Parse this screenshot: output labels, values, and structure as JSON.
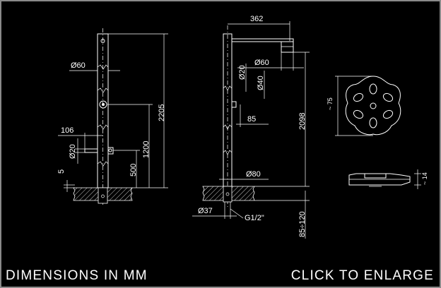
{
  "footer": {
    "units_label": "DIMENSIONS IN MM",
    "enlarge_label": "CLICK TO ENLARGE"
  },
  "dimensions": {
    "d60_left": "Ø60",
    "d106": "106",
    "d20_left": "Ø20",
    "d5": "5",
    "d2205": "2205",
    "d1200": "1200",
    "d500": "500",
    "d362": "362",
    "d60_right": "Ø60",
    "d20_right": "Ø20",
    "d40": "Ø40",
    "d85": "85",
    "d2098": "2098",
    "d80": "Ø80",
    "d37": "Ø37",
    "thread": "G1/2\"",
    "d85_120": "85÷120",
    "tilde75": "~ 75",
    "tilde14": "~ 14"
  },
  "colors": {
    "background": "#000000",
    "lines": "#ffffff",
    "frame": "#8a8a8a"
  }
}
